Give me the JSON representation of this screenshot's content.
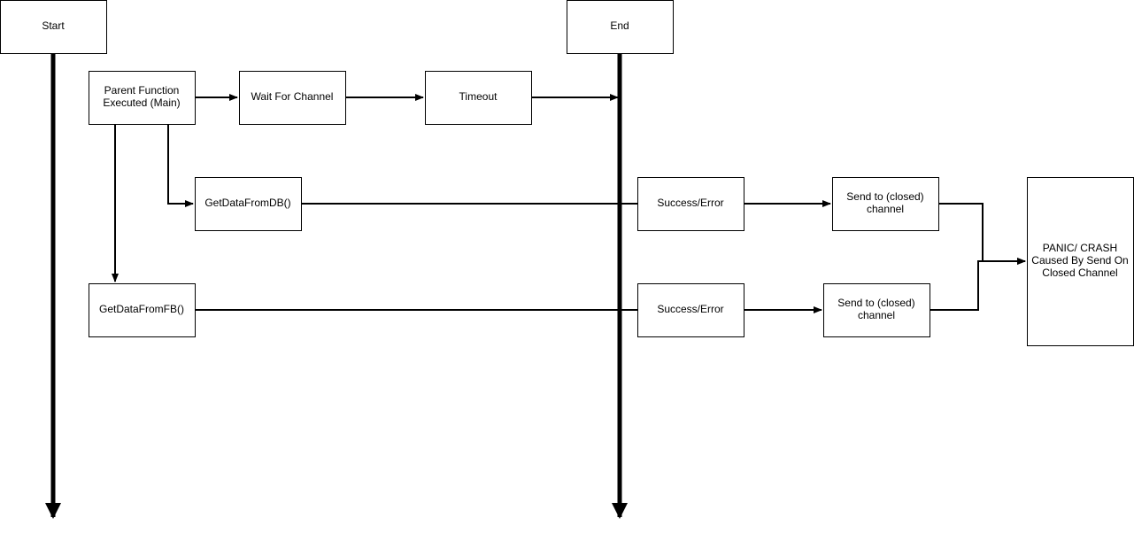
{
  "diagram": {
    "nodes": {
      "start": {
        "label": "Start"
      },
      "end": {
        "label": "End"
      },
      "parent": {
        "label": "Parent Function\nExecuted (Main)"
      },
      "wait": {
        "label": "Wait For Channel"
      },
      "timeout": {
        "label": "Timeout"
      },
      "getdb": {
        "label": "GetDataFromDB()"
      },
      "getfb": {
        "label": "GetDataFromFB()"
      },
      "success_db": {
        "label": "Success/Error"
      },
      "success_fb": {
        "label": "Success/Error"
      },
      "send_db": {
        "label": "Send to (closed)\nchannel"
      },
      "send_fb": {
        "label": "Send to (closed)\nchannel"
      },
      "panic": {
        "label": "PANIC/ CRASH\nCaused By Send On\nClosed Channel"
      }
    }
  }
}
